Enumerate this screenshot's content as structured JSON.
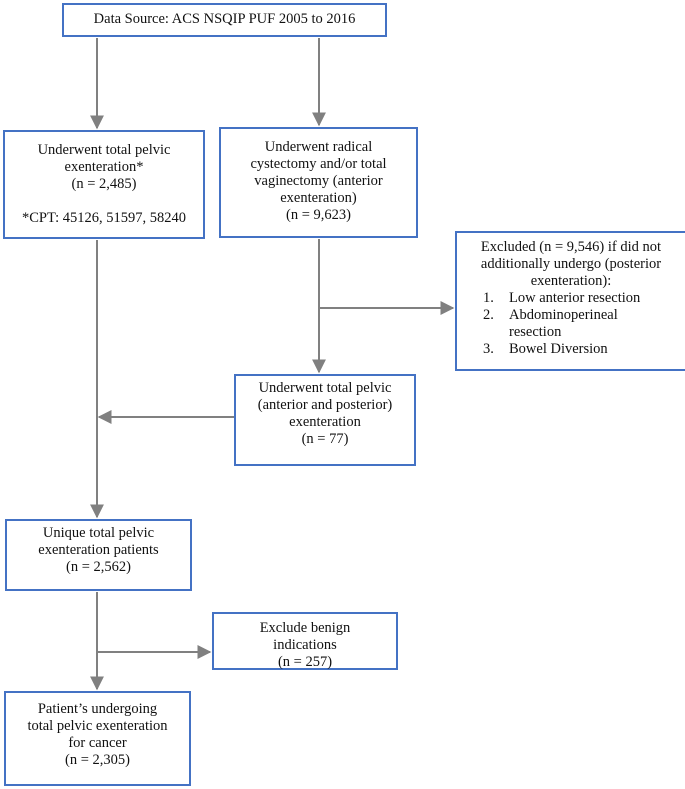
{
  "boxes": {
    "source": {
      "lines": [
        "Data Source: ACS NSQIP PUF 2005 to 2016"
      ]
    },
    "total_pelvic": {
      "lines": [
        "Underwent total pelvic",
        "exenteration*",
        "(n = 2,485)"
      ],
      "footnote": "*CPT: 45126, 51597, 58240"
    },
    "radical": {
      "lines": [
        "Underwent radical",
        "cystectomy and/or total",
        "vaginectomy (anterior",
        "exenteration)",
        "(n = 9,623)"
      ]
    },
    "excluded": {
      "lines": [
        "Excluded (n = 9,546) if did not",
        "additionally undergo (posterior",
        "exenteration):"
      ],
      "items": [
        {
          "num": "1.",
          "lines": [
            "Low anterior resection"
          ]
        },
        {
          "num": "2.",
          "lines": [
            "Abdominoperineal",
            "resection"
          ]
        },
        {
          "num": "3.",
          "lines": [
            "Bowel Diversion"
          ]
        }
      ]
    },
    "anterior_posterior": {
      "lines": [
        "Underwent total pelvic",
        "(anterior and posterior)",
        "exenteration",
        "(n = 77)"
      ]
    },
    "unique": {
      "lines": [
        "Unique total pelvic",
        "exenteration patients",
        "(n = 2,562)"
      ]
    },
    "benign": {
      "lines": [
        "Exclude benign",
        "indications",
        "(n = 257)"
      ]
    },
    "cancer": {
      "lines": [
        "Patient’s undergoing",
        "total pelvic exenteration",
        "for cancer",
        "(n = 2,305)"
      ]
    }
  },
  "colors": {
    "box_border": "#4472c4",
    "arrow": "#808080"
  }
}
